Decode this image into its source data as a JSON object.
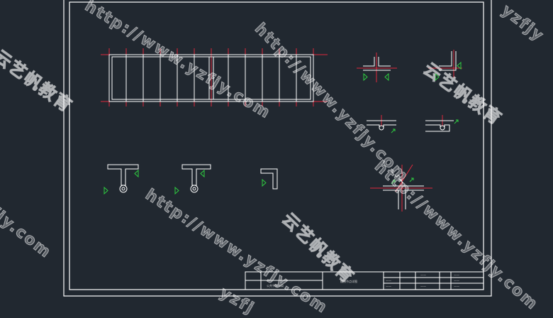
{
  "drawing": {
    "background_color": "#212830",
    "line_color": "#ffffff",
    "axis_color": "#e0283c",
    "marker_color": "#2ecc40"
  },
  "title_block": {
    "drawing_name": "公共平面布局",
    "drawing_label": "楼梯节点详图",
    "cell_texts": [
      "——",
      "——",
      "——",
      "——",
      "——",
      "——",
      "——"
    ]
  },
  "watermarks": {
    "url": "http://www.yzfjy.com",
    "url_partial_right": "yzfjy",
    "url_partial_left": "fjy.com",
    "url_partial_bottom": "yzfj",
    "brand": "云艺帆教育",
    "brand_partial": "云艺帆"
  }
}
